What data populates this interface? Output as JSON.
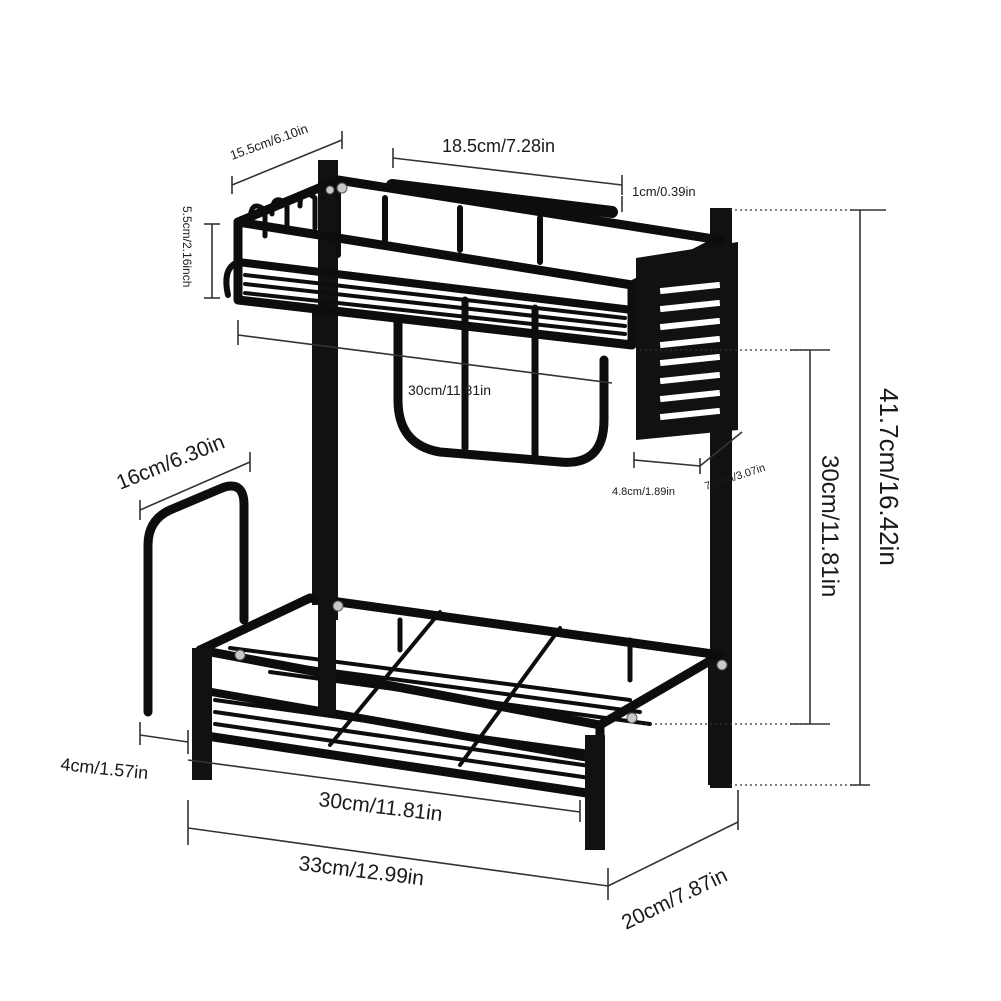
{
  "product": {
    "colors": {
      "frame": "#111111",
      "background": "#ffffff",
      "text": "#1a1a1a"
    }
  },
  "dimensions": {
    "top_depth": "15.5cm/6.10in",
    "top_width": "18.5cm/7.28in",
    "rail_thickness": "1cm/0.39in",
    "top_height": "5.5cm/2.16inch",
    "top_length": "30cm/11.81in",
    "holder_width": "4.8cm/1.89in",
    "holder_depth": "7.8cm/3.07in",
    "overall_height": "41.7cm/16.42in",
    "tier_spacing": "30cm/11.81in",
    "board_holder": "16cm/6.30in",
    "foot_height": "4cm/1.57in",
    "bottom_length": "30cm/11.81in",
    "overall_length": "33cm/12.99in",
    "overall_depth": "20cm/7.87in"
  }
}
